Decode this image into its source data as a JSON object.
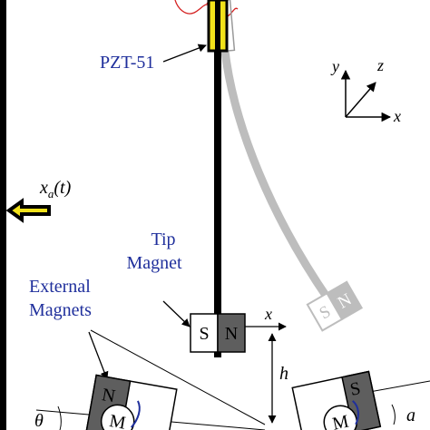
{
  "labels": {
    "pzt": "PZT-51",
    "tip_magnet_line1": "Tip",
    "tip_magnet_line2": "Magnet",
    "external_line1": "External",
    "external_line2": "Magnets",
    "excitation_main": "x",
    "excitation_sub": "a",
    "excitation_arg": "(t)",
    "x_axis": "x",
    "y_axis": "y",
    "z_axis": "z",
    "x_tip": "x",
    "h": "h",
    "theta": "θ",
    "alpha": "a"
  },
  "magnets": {
    "tip_left_pole": "S",
    "tip_right_pole": "N",
    "ghost_left_pole": "S",
    "ghost_right_pole": "N",
    "ext_left_pole": "N",
    "ext_right_pole": "S",
    "motor_left": "M",
    "motor_right": "M"
  },
  "colors": {
    "pzt_fill": "#f2e21a",
    "label_blue": "#1f2f9c",
    "wire_red": "#d42020",
    "ghost_gray": "#bdbdbd",
    "magnet_dark": "#5e5e5e",
    "arrow_fill": "#f2e21a"
  }
}
